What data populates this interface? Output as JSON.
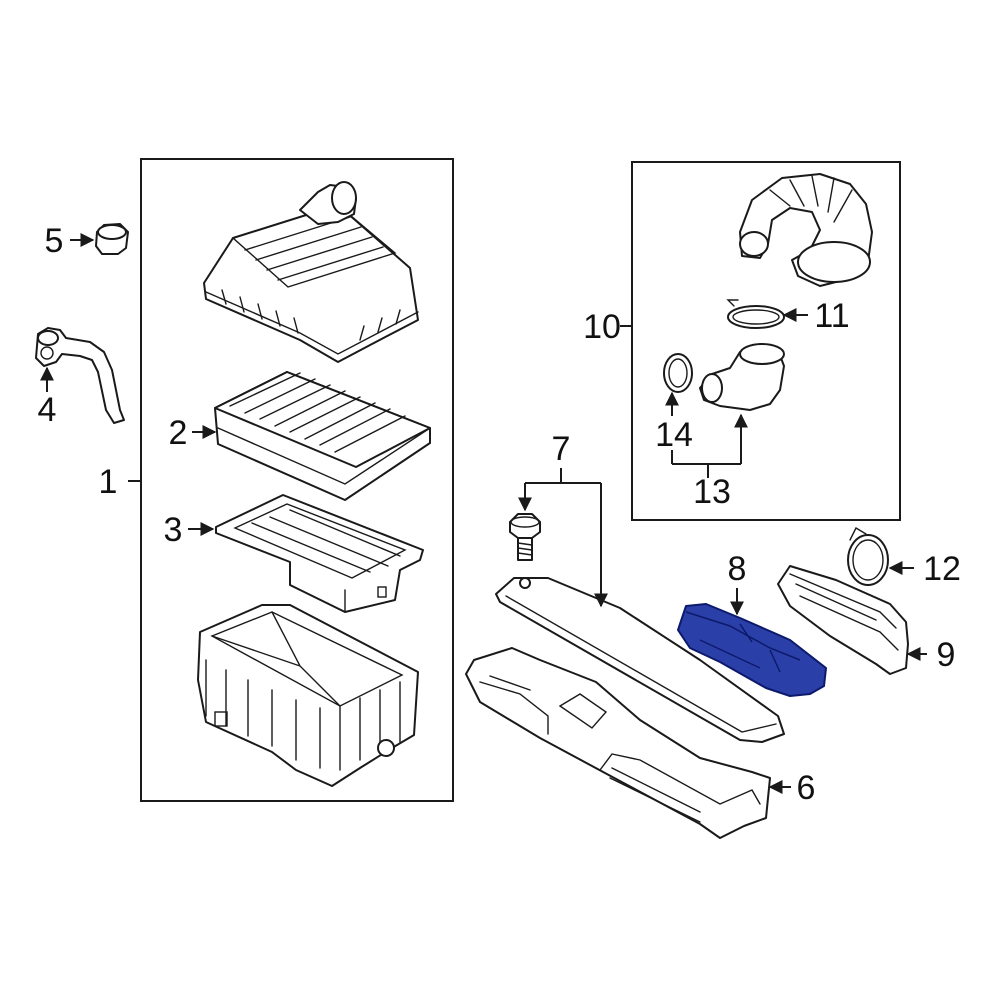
{
  "diagram": {
    "highlight_color": "#2a3fa8",
    "callouts": {
      "c1": "1",
      "c2": "2",
      "c3": "3",
      "c4": "4",
      "c5": "5",
      "c6": "6",
      "c7": "7",
      "c8": "8",
      "c9": "9",
      "c10": "10",
      "c11": "11",
      "c12": "12",
      "c13": "13",
      "c14": "14"
    },
    "highlighted_part": "8"
  }
}
